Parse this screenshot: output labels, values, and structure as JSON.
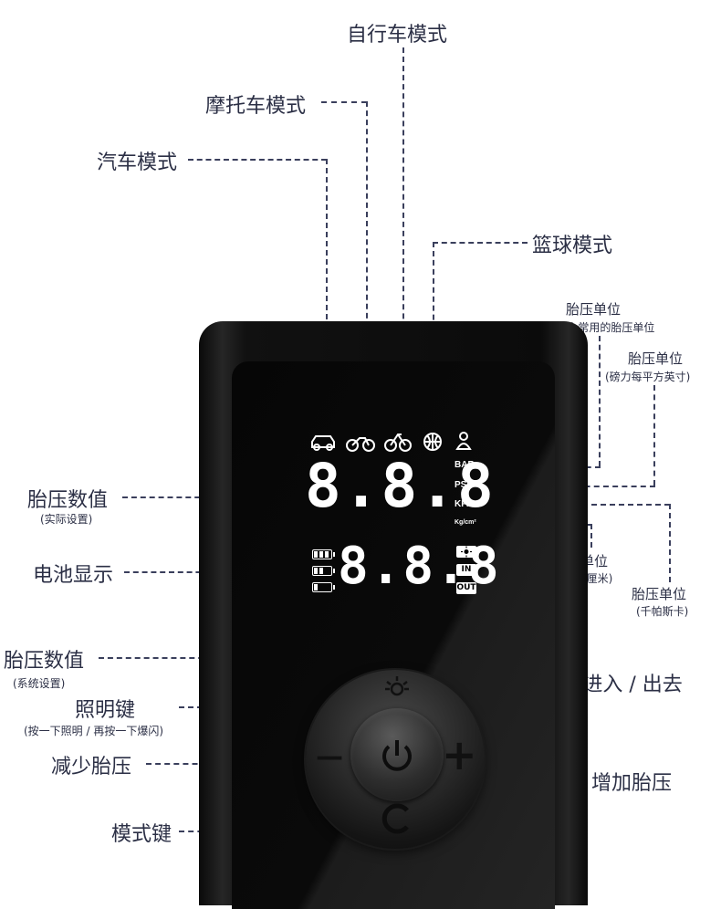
{
  "labels": {
    "bicycle_mode": "自行车模式",
    "motorcycle_mode": "摩托车模式",
    "car_mode": "汽车模式",
    "basketball_mode": "篮球模式",
    "unit_bar_title": "胎压单位",
    "unit_bar_desc": "(巴)国际上常用的胎压单位",
    "unit_psi_title": "胎压单位",
    "unit_psi_desc": "(磅力每平方英寸)",
    "tire_pressure_value": "胎压数值",
    "tire_pressure_value_sub": "(实际设置)",
    "battery_display": "电池显示",
    "unit_kgcm_title": "胎压单位",
    "unit_kgcm_desc": "(千克力每平方厘米)",
    "unit_kpa_title": "胎压单位",
    "unit_kpa_desc": "(千帕斯卡)",
    "system_pressure_value": "胎压数值",
    "system_pressure_value_sub": "(系统设置)",
    "light_key": "照明键",
    "light_key_sub": "(按一下照明 / 再按一下爆闪)",
    "light_enter_exit": "照明 / 进入 / 出去",
    "decrease_pressure": "减少胎压",
    "increase_pressure": "增加胎压",
    "mode_key": "模式键"
  },
  "display": {
    "main_value": "8.8.8",
    "sub_value": "8.8.8",
    "units": [
      "BAR",
      "PSI",
      "KPA",
      "Kg/cm²"
    ],
    "tags": [
      "IN",
      "OUT"
    ],
    "knob_minus": "—",
    "knob_plus": "+"
  },
  "icons": {
    "mode_icons": [
      "car-icon",
      "motorcycle-icon",
      "bicycle-icon",
      "basketball-icon",
      "person-icon"
    ],
    "battery": "battery-icon",
    "light": "sun-icon",
    "power": "power-icon",
    "mode": "cycle-icon"
  },
  "colors": {
    "label_text": "#2b2f45",
    "device_body": "#0b0b0b",
    "display_segment": "#ffffff"
  }
}
